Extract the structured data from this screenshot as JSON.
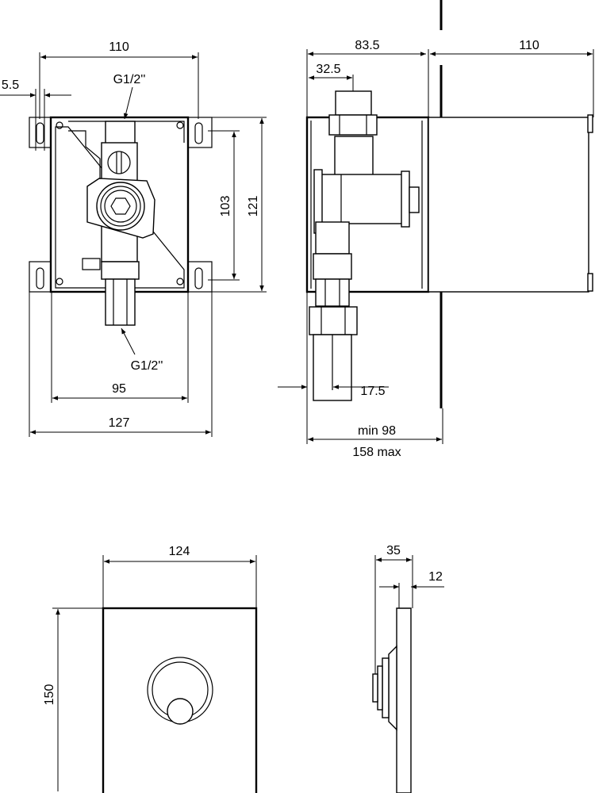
{
  "front_view": {
    "thread_top": "G1/2''",
    "thread_bottom": "G1/2''",
    "dim_width_slots": "110",
    "dim_slot": "5.5",
    "dim_height_slots": "103",
    "dim_height": "121",
    "dim_inner_width": "95",
    "dim_outer_width": "127"
  },
  "side_view": {
    "dim_depth": "83.5",
    "dim_offset": "32.5",
    "dim_extension": "110",
    "dim_pipe": "17.5",
    "dim_min": "min 98",
    "dim_max": "158 max"
  },
  "plate_front": {
    "dim_width": "124",
    "dim_height": "150"
  },
  "plate_side": {
    "dim_depth": "35",
    "dim_thickness": "12"
  }
}
